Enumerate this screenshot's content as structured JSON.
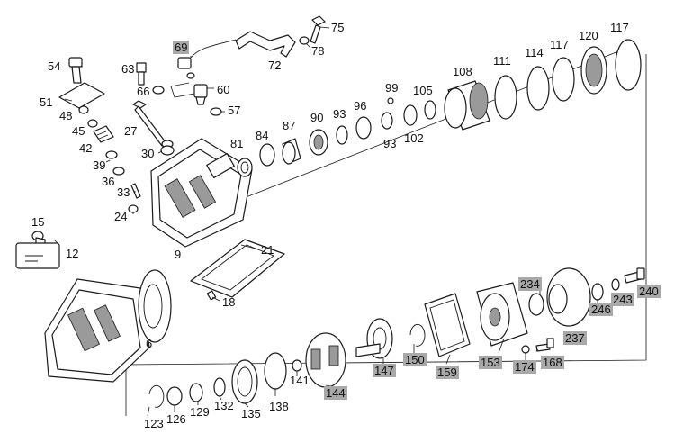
{
  "labels": {
    "c75": "75",
    "c69": "69",
    "c78": "78",
    "c72": "72",
    "c54": "54",
    "c63": "63",
    "c66": "66",
    "c60": "60",
    "c51": "51",
    "c48": "48",
    "c57": "57",
    "c45": "45",
    "c27": "27",
    "c42": "42",
    "c30": "30",
    "c39": "39",
    "c36": "36",
    "c33": "33",
    "c24": "24",
    "c81": "81",
    "c84": "84",
    "c87": "87",
    "c90": "90",
    "c93a": "93",
    "c96": "96",
    "c93b": "93",
    "c99": "99",
    "c102": "102",
    "c105": "105",
    "c108": "108",
    "c111": "111",
    "c114": "114",
    "c117a": "117",
    "c120": "120",
    "c117b": "117",
    "c15": "15",
    "c12": "12",
    "c9": "9",
    "c21": "21",
    "c18": "18",
    "c6": "6",
    "c234": "234",
    "c246": "246",
    "c243": "243",
    "c240": "240",
    "c237": "237",
    "c174": "174",
    "c168": "168",
    "c153": "153",
    "c159": "159",
    "c150": "150",
    "c147": "147",
    "c144": "144",
    "c141": "141",
    "c138": "138",
    "c135": "135",
    "c132": "132",
    "c129": "129",
    "c126": "126",
    "c123": "123"
  },
  "colors": {
    "highlight": "#a9a9a9",
    "ink": "#1a1a1a",
    "background": "#ffffff"
  }
}
